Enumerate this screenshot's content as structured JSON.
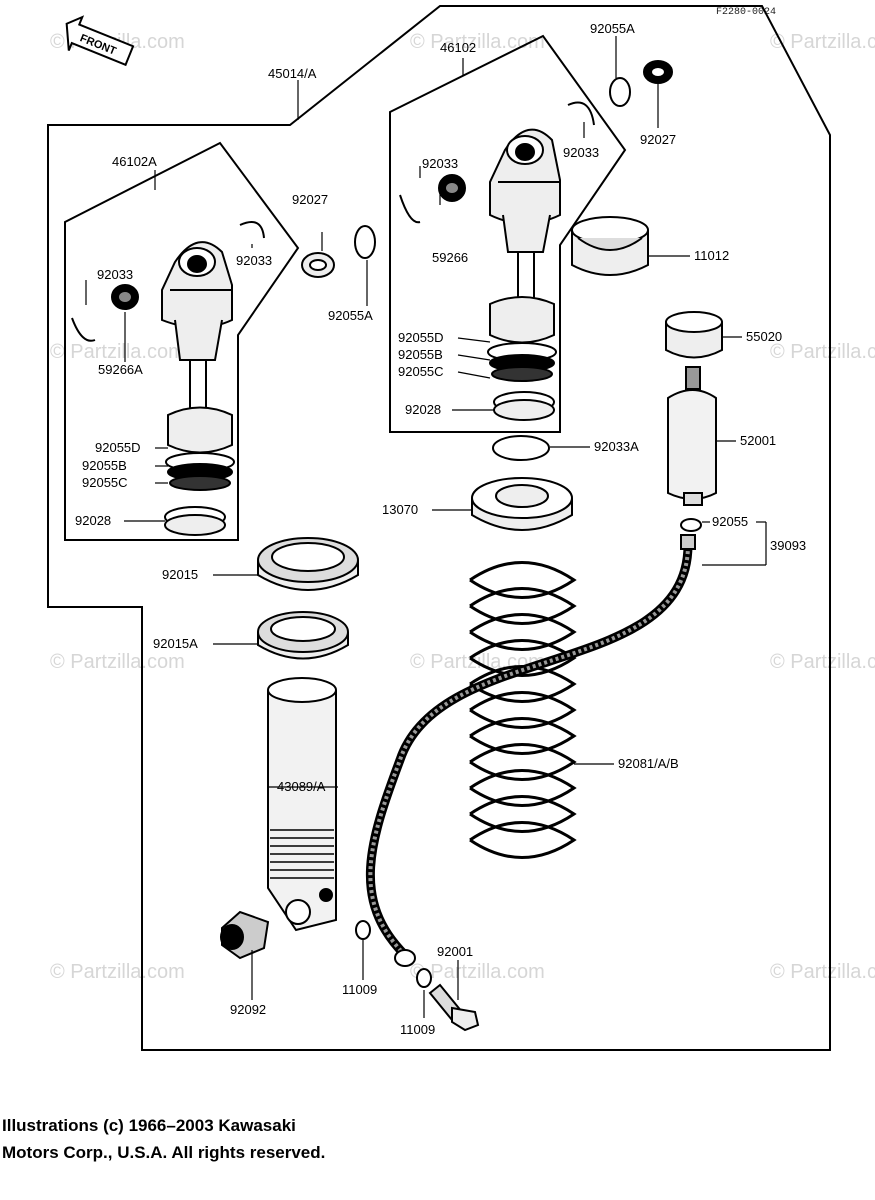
{
  "doc_number": "F2280-0024",
  "front_label": "FRONT",
  "watermark": "© Partzilla.com",
  "parts": {
    "p45014A": "45014/A",
    "p46102A": "46102A",
    "p46102": "46102",
    "p92055A_top": "92055A",
    "p92027_top": "92027",
    "p92033_top": "92033",
    "p92033_mid": "92033",
    "p59266": "59266",
    "p11012": "11012",
    "p55020": "55020",
    "p92055D_r": "92055D",
    "p92055B_r": "92055B",
    "p92055C_r": "92055C",
    "p92028_r": "92028",
    "p92033A": "92033A",
    "p52001": "52001",
    "p13070": "13070",
    "p92055": "92055",
    "p39093": "39093",
    "p92081": "92081/A/B",
    "p92027_l": "92027",
    "p92055A_l": "92055A",
    "p92033_l1": "92033",
    "p92033_l2": "92033",
    "p59266A": "59266A",
    "p92055D_l": "92055D",
    "p92055B_l": "92055B",
    "p92055C_l": "92055C",
    "p92028_l": "92028",
    "p92015": "92015",
    "p92015A": "92015A",
    "p43089": "43089/A",
    "p92092": "92092",
    "p11009_a": "11009",
    "p11009_b": "11009",
    "p92001": "92001"
  },
  "footer": {
    "line1": "Illustrations (c) 1966–2003 Kawasaki",
    "line2": "Motors Corp., U.S.A.  All rights reserved."
  }
}
